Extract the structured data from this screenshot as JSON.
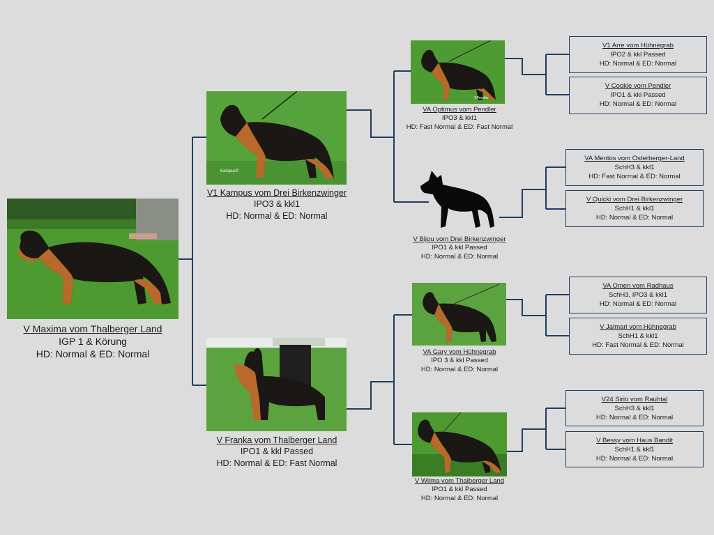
{
  "dogs": {
    "main": {
      "name": "V Maxima vom Thalberger Land",
      "line1": "IGP 1 & Körung",
      "line2": "HD: Normal & ED: Normal"
    },
    "sire": {
      "name": "V1 Kampus vom Drei Birkenzwinger ",
      "line1": "IPO3 & kkl1",
      "line2": "HD: Normal & ED: Normal"
    },
    "dam": {
      "name": "V Franka vom Thalberger Land",
      "line1": "IPO1 & kkl Passed",
      "line2": "HD: Normal & ED: Fast Normal"
    },
    "ss": {
      "name": "VA Optimus vom Pendler",
      "line1": "IPO3 & kkl1",
      "line2": "HD: Fast Normal & ED: Fast Normal"
    },
    "sd": {
      "name": "V Bijou vom Drei Birkenzwinger",
      "line1": "IPO1 & kkl Passed",
      "line2": "HD: Normal & ED: Normal"
    },
    "ds": {
      "name": "VA Gary vom Hühnegrab ",
      "line1": "IPO 3 & kkl Passed",
      "line2": "HD: Normal & ED: Normal"
    },
    "dd": {
      "name": "V Wilma vom Thalberger Land ",
      "line1": "IPO1 & kkl Passed",
      "line2": "HD: Normal & ED: Normal"
    },
    "sss": {
      "name": "V1 Arre vom Hühnegrab ",
      "line1": "IPO2 & kkl Passed",
      "line2": "HD: Normal & ED: Normal"
    },
    "ssd": {
      "name": "V Cookie vom Pendler ",
      "line1": "IPO1 & kkl Passed",
      "line2": "HD: Normal & ED: Normal"
    },
    "sds": {
      "name": "VA Mentos vom Osterberger-Land ",
      "line1": "SchH3 & kkl1",
      "line2": "HD: Fast Normal & ED: Normal"
    },
    "sdd": {
      "name": "V Quicki vom Drei Birkenzwinger ",
      "line1": "SchH1 & kkl1",
      "line2": "HD: Normal & ED: Normal"
    },
    "dss": {
      "name": "VA Omen vom Radhaus ",
      "line1": "SchH3, IPO3 & kkl1",
      "line2": "HD: Normal & ED: Normal"
    },
    "dsd": {
      "name": "V Jalmari vom Hühnegrab ",
      "line1": "SchH1 & kkl1",
      "line2": "HD: Fast Normal & ED: Normal"
    },
    "dds": {
      "name": "V24 Sirio vom Rauhtal ",
      "line1": "SchH3 & kkl1",
      "line2": "HD: Normal & ED: Normal"
    },
    "ddd": {
      "name": "V Bessy vom Haus Bandit ",
      "line1": "SchH1 & kkl1",
      "line2": "HD: Normal & ED: Normal"
    }
  },
  "photo_watermarks": {
    "sire": "Kampus©",
    "ss": "©Pendler"
  },
  "colors": {
    "background": "#dcdcdc",
    "connector": "#1e3e61",
    "grass": "#4c9a30",
    "grass_dark": "#3a7d24",
    "dog_tan": "#b86a2a",
    "dog_black": "#1b1714",
    "silhouette": "#0a0a0a"
  },
  "icons": {
    "photo": "german-shepherd-photo",
    "unknown_photo": "german-shepherd-silhouette-icon"
  }
}
